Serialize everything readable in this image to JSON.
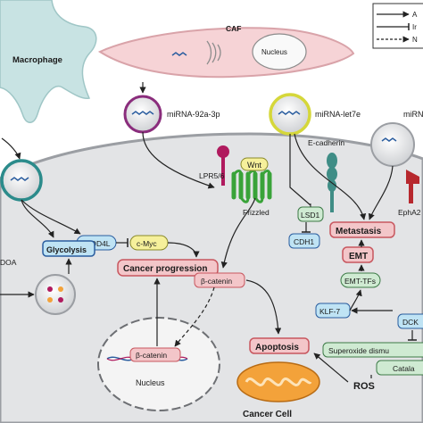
{
  "macrophage": {
    "label": "Macrophage"
  },
  "caf": {
    "label": "CAF",
    "nucleus_label": "Nucleus"
  },
  "legend": {
    "items": [
      "A",
      "Ir",
      "N"
    ]
  },
  "mirnas": {
    "mirna_92a": "miRNA-92a-3p",
    "mirna_let7e": "miRNA-let7e",
    "mirna_cut": "miRN"
  },
  "receptors": {
    "lpr": "LPR5/6",
    "wnt": "Wnt",
    "frizzled": "Frizzled",
    "ecadherin": "E-cadherin",
    "epha2": "EphA2"
  },
  "left_edge": {
    "doa": "DOA"
  },
  "nodes": {
    "nedd4l": "NEDD4L",
    "cmyc": "c-Myc",
    "glycolysis": "Glycolysis",
    "cancer_progression": "Cancer progression",
    "lsd1": "LSD1",
    "cdh1": "CDH1",
    "metastasis": "Metastasis",
    "emt": "EMT",
    "emt_tfs": "EMT-TFs",
    "klf7": "KLF-7",
    "beta_catenin": "β-catenin",
    "beta_catenin_nucleus": "β-catenin",
    "apoptosis": "Apoptosis",
    "dck": "DCK",
    "superoxide": "Superoxide dismu",
    "catalase": "Catala",
    "ros": "ROS"
  },
  "cell": {
    "nucleus_label": "Nucleus",
    "label": "Cancer Cell"
  },
  "colors": {
    "cell_fill": "#e3e4e6",
    "nucleus_fill": "#f4f4f4",
    "caf_fill": "#f6d3d6",
    "caf_stroke": "#d9a3a9",
    "macrophage_fill": "#c8e3e3",
    "pink_node": "#f3c6c9",
    "pink_node_stroke": "#c8575f",
    "blue_node": "#bfe3f4",
    "blue_node_stroke": "#2a5d9f",
    "yellow_node": "#f6f09b",
    "green_node": "#cfead2",
    "green_node_stroke": "#3c7a46",
    "teal_ring": "#2b8b8b",
    "purple_ring": "#8a2d7c",
    "yellow_ring": "#d5d73a",
    "frizzled_green": "#39a339",
    "lpr_magenta": "#b01a5e",
    "mito_orange": "#f3a23a"
  }
}
